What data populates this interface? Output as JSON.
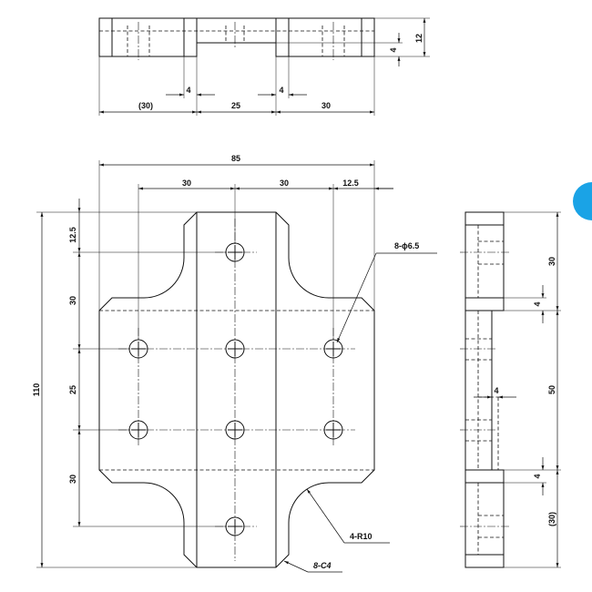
{
  "top_view": {
    "dim_overall_height": "12",
    "dim_step": "4",
    "dim_left_ref": "(30)",
    "dim_middle": "25",
    "dim_right": "30",
    "dim_gap_left": "4",
    "dim_gap_right": "4"
  },
  "front_view": {
    "dim_width": "85",
    "dim_hole_spacing_1": "30",
    "dim_hole_spacing_2": "30",
    "dim_edge_offset": "12.5",
    "dim_total_height": "110",
    "dim_v_12_5": "12.5",
    "dim_v_30_top": "30",
    "dim_v_25": "25",
    "dim_v_30_bottom": "30",
    "callout_holes": "8-ϕ6.5",
    "callout_radius": "4-R10",
    "callout_chamfer": "8-C4"
  },
  "side_view": {
    "dim_top": "30",
    "dim_step_top": "4",
    "dim_middle": "50",
    "dim_thickness": "4",
    "dim_step_bottom": "4",
    "dim_bottom_ref": "(30)"
  },
  "colors": {
    "line": "#111111",
    "accent_tab": "#1aa3e6"
  }
}
